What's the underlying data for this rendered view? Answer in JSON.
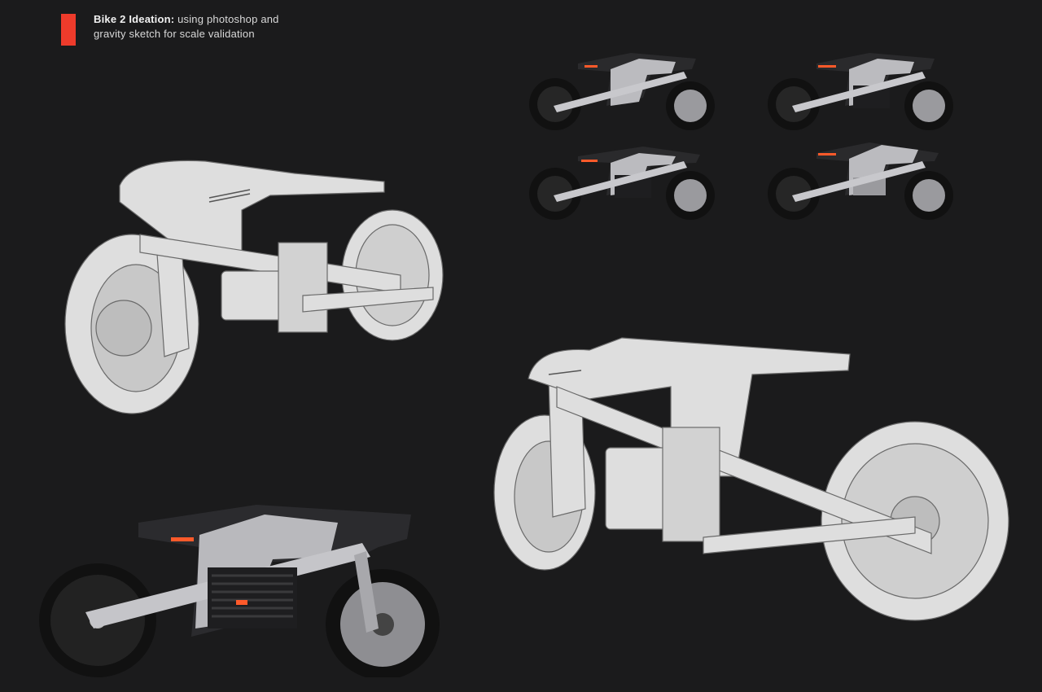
{
  "caption": {
    "title": "Bike 2 Ideation:",
    "line1": " using photoshop and",
    "line2": "gravity sketch for scale validation"
  },
  "colors": {
    "background": "#1b1b1c",
    "accent": "#ee3b2b",
    "sketch_fill": "#dcdcdc",
    "sketch_line": "#6a6a6a",
    "render_dark": "#2a2a2c",
    "render_light": "#b8b8bc",
    "highlight": "#ff5a2a"
  },
  "sketches": [
    {
      "id": "large-left",
      "kind": "line-sketch",
      "facing": "left"
    },
    {
      "id": "large-right",
      "kind": "line-sketch",
      "facing": "left"
    },
    {
      "id": "bottom-left",
      "kind": "render",
      "facing": "right"
    },
    {
      "id": "thumb-1",
      "kind": "render-thumbnail"
    },
    {
      "id": "thumb-2",
      "kind": "render-thumbnail"
    },
    {
      "id": "thumb-3",
      "kind": "render-thumbnail"
    },
    {
      "id": "thumb-4",
      "kind": "render-thumbnail"
    }
  ]
}
